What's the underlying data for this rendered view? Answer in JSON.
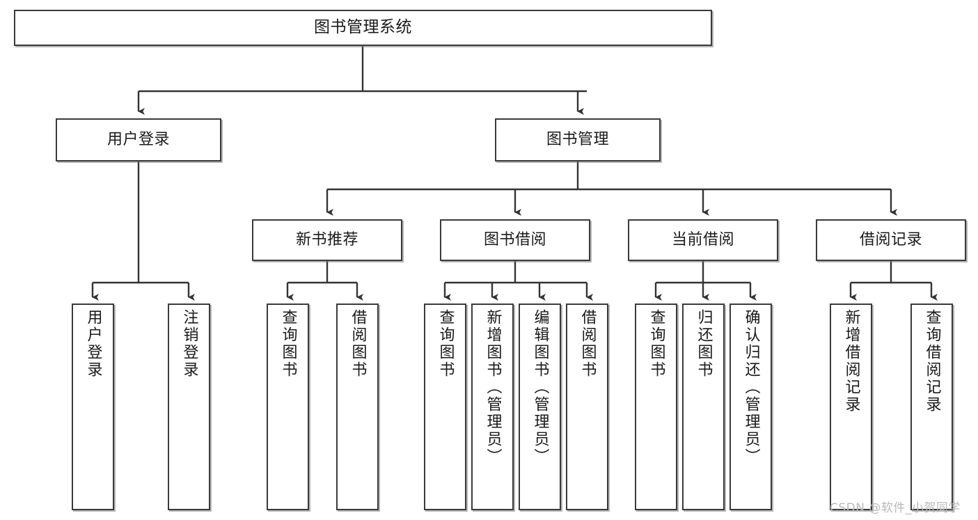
{
  "diagram": {
    "type": "tree-hierarchy-flowchart",
    "title": "图书管理系统",
    "watermark": "CSDN @软件_小贺同学",
    "colors": {
      "box_border": "#3a3a3a",
      "box_fill": "#ffffff",
      "connector": "#333333",
      "text": "#1a1a1a",
      "watermark": "#b9b9b9",
      "page_background": "#ffffff"
    },
    "nodes": {
      "root": {
        "label": "图书管理系统",
        "level": 1,
        "orientation": "horizontal"
      },
      "user_login": {
        "label": "用户登录",
        "level": 2,
        "orientation": "horizontal"
      },
      "book_manage": {
        "label": "图书管理",
        "level": 2,
        "orientation": "horizontal"
      },
      "new_book_rec": {
        "label": "新书推荐",
        "level": 3,
        "orientation": "horizontal"
      },
      "book_borrow": {
        "label": "图书借阅",
        "level": 3,
        "orientation": "horizontal"
      },
      "current_borrow": {
        "label": "当前借阅",
        "level": 3,
        "orientation": "horizontal"
      },
      "borrow_record": {
        "label": "借阅记录",
        "level": 3,
        "orientation": "horizontal"
      },
      "leaf_user_login": {
        "label": "用户登录",
        "level": 4,
        "orientation": "vertical"
      },
      "leaf_logout": {
        "label": "注销登录",
        "level": 4,
        "orientation": "vertical"
      },
      "leaf_query_book_1": {
        "label": "查询图书",
        "level": 4,
        "orientation": "vertical"
      },
      "leaf_borrow_book_1": {
        "label": "借阅图书",
        "level": 4,
        "orientation": "vertical"
      },
      "leaf_query_book_2": {
        "label": "查询图书",
        "level": 4,
        "orientation": "vertical"
      },
      "leaf_add_book": {
        "label": "新增图书（管理员）",
        "level": 4,
        "orientation": "vertical"
      },
      "leaf_edit_book": {
        "label": "编辑图书（管理员）",
        "level": 4,
        "orientation": "vertical"
      },
      "leaf_borrow_book_2": {
        "label": "借阅图书",
        "level": 4,
        "orientation": "vertical"
      },
      "leaf_query_book_3": {
        "label": "查询图书",
        "level": 4,
        "orientation": "vertical"
      },
      "leaf_return_book": {
        "label": "归还图书",
        "level": 4,
        "orientation": "vertical"
      },
      "leaf_confirm_return": {
        "label": "确认归还（管理员）",
        "level": 4,
        "orientation": "vertical"
      },
      "leaf_add_record": {
        "label": "新增借阅记录",
        "level": 4,
        "orientation": "vertical"
      },
      "leaf_query_record": {
        "label": "查询借阅记录",
        "level": 4,
        "orientation": "vertical"
      }
    },
    "edges": [
      {
        "from": "root",
        "to": "user_login"
      },
      {
        "from": "root",
        "to": "book_manage"
      },
      {
        "from": "user_login",
        "to": "leaf_user_login"
      },
      {
        "from": "user_login",
        "to": "leaf_logout"
      },
      {
        "from": "book_manage",
        "to": "new_book_rec"
      },
      {
        "from": "book_manage",
        "to": "book_borrow"
      },
      {
        "from": "book_manage",
        "to": "current_borrow"
      },
      {
        "from": "book_manage",
        "to": "borrow_record"
      },
      {
        "from": "new_book_rec",
        "to": "leaf_query_book_1"
      },
      {
        "from": "new_book_rec",
        "to": "leaf_borrow_book_1"
      },
      {
        "from": "book_borrow",
        "to": "leaf_query_book_2"
      },
      {
        "from": "book_borrow",
        "to": "leaf_add_book"
      },
      {
        "from": "book_borrow",
        "to": "leaf_edit_book"
      },
      {
        "from": "book_borrow",
        "to": "leaf_borrow_book_2"
      },
      {
        "from": "current_borrow",
        "to": "leaf_query_book_3"
      },
      {
        "from": "current_borrow",
        "to": "leaf_return_book"
      },
      {
        "from": "current_borrow",
        "to": "leaf_confirm_return"
      },
      {
        "from": "borrow_record",
        "to": "leaf_add_record"
      },
      {
        "from": "borrow_record",
        "to": "leaf_query_record"
      }
    ]
  }
}
